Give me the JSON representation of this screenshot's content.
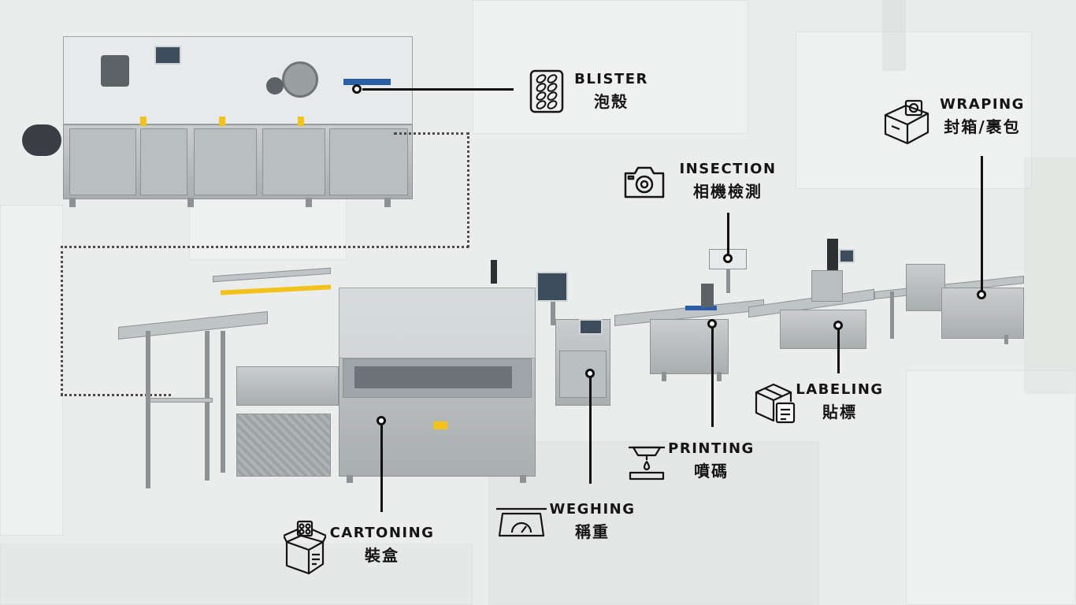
{
  "stations": {
    "blister": {
      "en": "BLISTER",
      "zh": "泡殼",
      "icon": "blister-pack-icon"
    },
    "wraping": {
      "en": "WRAPING",
      "zh": "封箱/裹包",
      "icon": "tape-box-icon"
    },
    "insection": {
      "en": "INSECTION",
      "zh": "相機檢測",
      "icon": "camera-icon"
    },
    "labeling": {
      "en": "LABELING",
      "zh": "貼標",
      "icon": "labeled-boxes-icon"
    },
    "printing": {
      "en": "PRINTING",
      "zh": "噴碼",
      "icon": "inkjet-printer-icon"
    },
    "weghing": {
      "en": "WEGHING",
      "zh": "稱重",
      "icon": "scale-icon"
    },
    "cartoning": {
      "en": "CARTONING",
      "zh": "裝盒",
      "icon": "open-carton-icon"
    }
  },
  "colors": {
    "ink": "#141414",
    "steel": "#a9aeb0",
    "background": "#e9ebea"
  }
}
